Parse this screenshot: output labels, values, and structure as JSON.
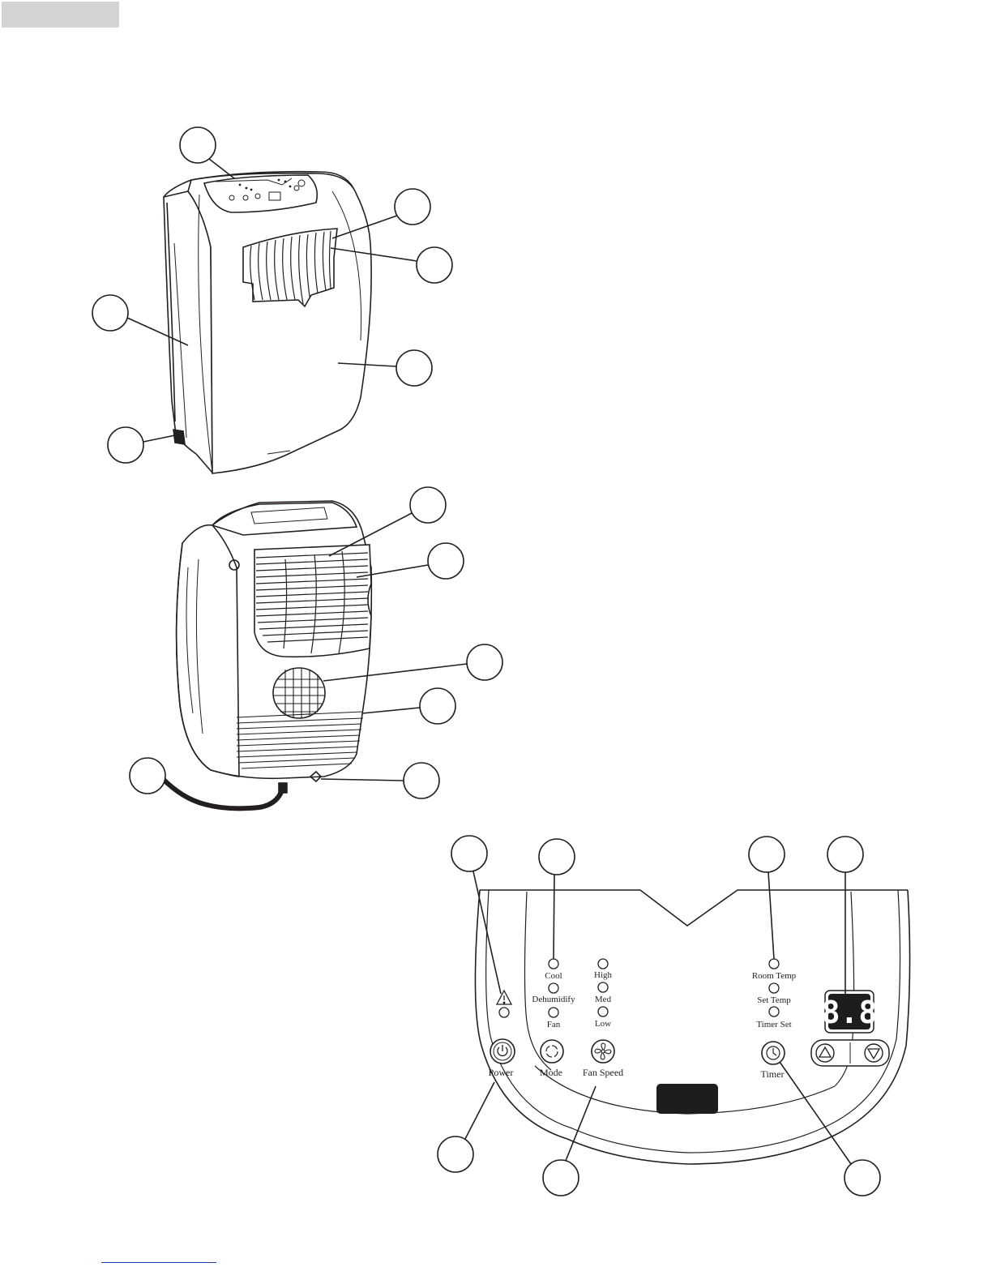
{
  "colors": {
    "ink": "#231f20",
    "corner_tab": "#d4d4d4",
    "link_rule": "#1a3fb0",
    "display_bg": "#1d1d1d"
  },
  "control_panel": {
    "mode_indicators": [
      "Cool",
      "Dehumidify",
      "Fan"
    ],
    "speed_indicators": [
      "High",
      "Med",
      "Low"
    ],
    "temp_indicators": [
      "Room Temp",
      "Set Temp",
      "Timer Set"
    ],
    "display_readout": "8.8",
    "buttons": {
      "power": "Power",
      "mode": "Mode",
      "fan_speed": "Fan Speed",
      "timer": "Timer"
    },
    "icons": {
      "warning": "warning-triangle-icon",
      "power": "power-icon",
      "mode": "mode-cycle-icon",
      "fan_speed": "fan-icon",
      "timer": "clock-icon",
      "up": "triangle-up-icon",
      "down": "triangle-down-icon"
    }
  }
}
